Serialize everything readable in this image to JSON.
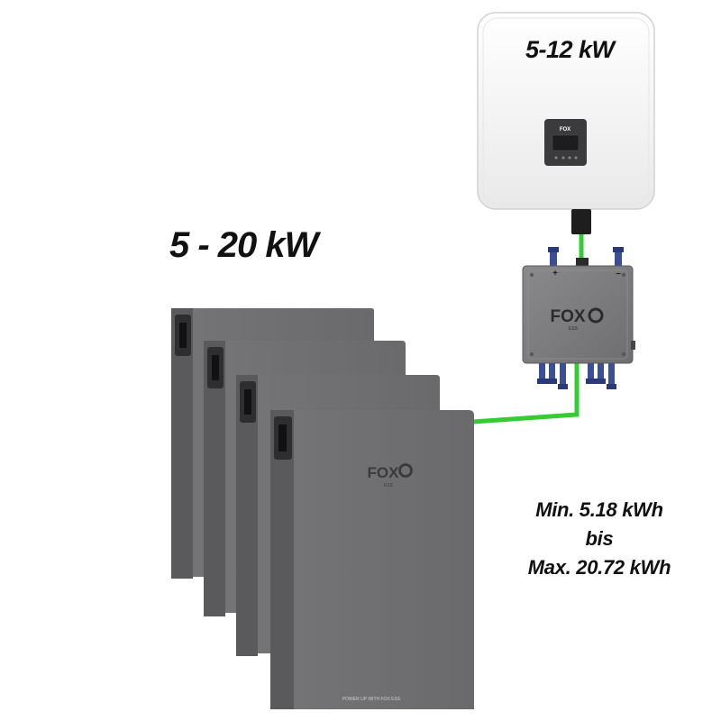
{
  "inverter": {
    "power_label": "5-12 kW",
    "brand": "FOX"
  },
  "junction_box": {
    "brand": "FOX",
    "sub": "ESS",
    "plus": "+",
    "minus": "−"
  },
  "battery": {
    "power_label": "5 - 20 kW",
    "brand": "FOX",
    "sub": "ESS",
    "footer": "POWER UP WITH FOX ESS"
  },
  "capacity": {
    "min": "Min. 5.18 kWh",
    "conj": "bis",
    "max": "Max. 20.72 kWh"
  },
  "colors": {
    "cable": "#33cc33",
    "battery": "#6f6f71",
    "battery_dark": "#58585a",
    "inverter": "#f4f4f4",
    "junction": "#7c7c7e",
    "connector": "#3a4f96"
  }
}
